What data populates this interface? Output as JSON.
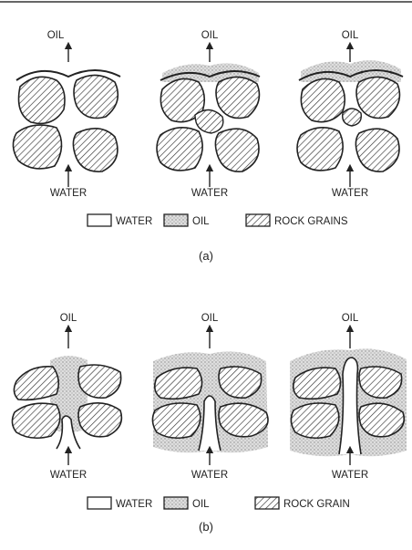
{
  "panel_a": {
    "stages": [
      {
        "top_label": "OIL",
        "bottom_label": "WATER"
      },
      {
        "top_label": "OIL",
        "bottom_label": "WATER"
      },
      {
        "top_label": "OIL",
        "bottom_label": "WATER"
      }
    ],
    "legend": {
      "water": "WATER",
      "oil": "OIL",
      "rock": "ROCK GRAINS"
    },
    "caption": "(a)"
  },
  "panel_b": {
    "stages": [
      {
        "top_label": "OIL",
        "bottom_label": "WATER"
      },
      {
        "top_label": "OIL",
        "bottom_label": "WATER"
      },
      {
        "top_label": "OIL",
        "bottom_label": "WATER"
      }
    ],
    "legend": {
      "water": "WATER",
      "oil": "OIL",
      "rock": "ROCK GRAIN"
    },
    "caption": "(b)"
  }
}
